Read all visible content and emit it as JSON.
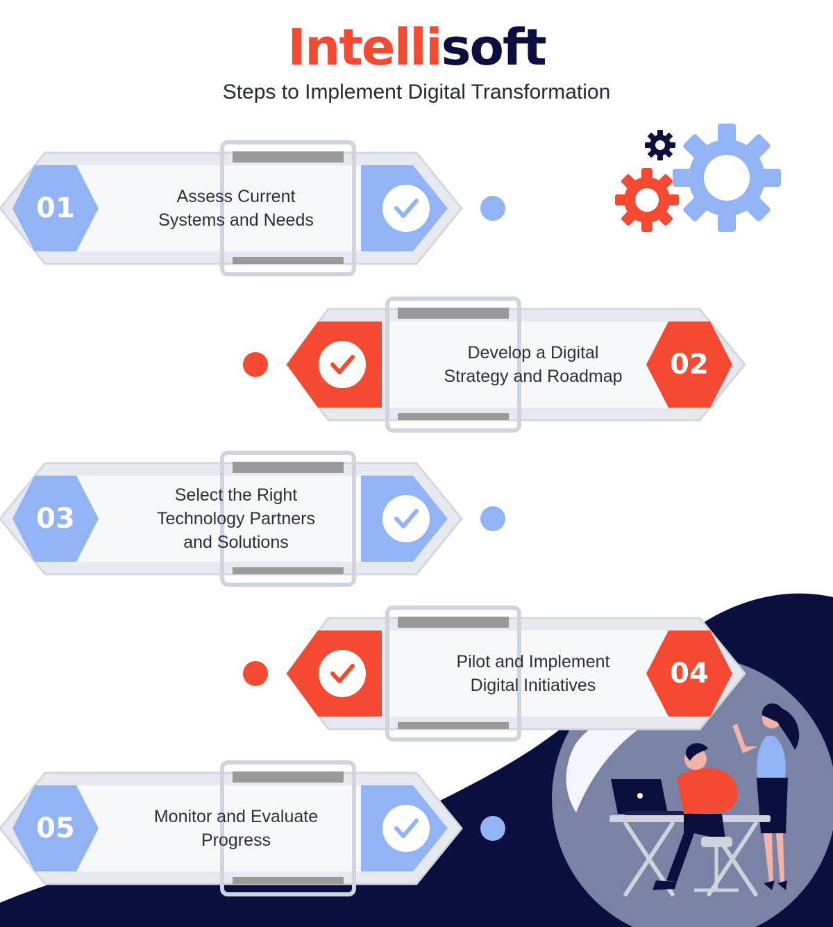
{
  "header": {
    "logo_part1": "Intelli",
    "logo_part2": "soft",
    "subtitle": "Steps to Implement Digital Transformation"
  },
  "colors": {
    "blue": "#93b4f4",
    "red": "#f44a32",
    "navy": "#0b0f3d",
    "panel_gray": "#dfe3ea",
    "bar_gray": "#9a9a9a"
  },
  "steps": [
    {
      "number": "01",
      "line1": "Assess Current",
      "line2": "Systems and Needs",
      "line3": "",
      "side": "left",
      "color": "#93b4f4"
    },
    {
      "number": "02",
      "line1": "Develop a Digital",
      "line2": "Strategy and Roadmap",
      "line3": "",
      "side": "right",
      "color": "#f44a32"
    },
    {
      "number": "03",
      "line1": "Select the Right",
      "line2": "Technology Partners",
      "line3": "and Solutions",
      "side": "left",
      "color": "#93b4f4"
    },
    {
      "number": "04",
      "line1": "Pilot and Implement",
      "line2": "Digital Initiatives",
      "line3": "",
      "side": "right",
      "color": "#f44a32"
    },
    {
      "number": "05",
      "line1": "Monitor and Evaluate",
      "line2": "Progress",
      "line3": "",
      "side": "left",
      "color": "#93b4f4"
    }
  ],
  "icons": [
    "gear-icon",
    "checkmark-icon",
    "people-at-desk-illustration"
  ]
}
